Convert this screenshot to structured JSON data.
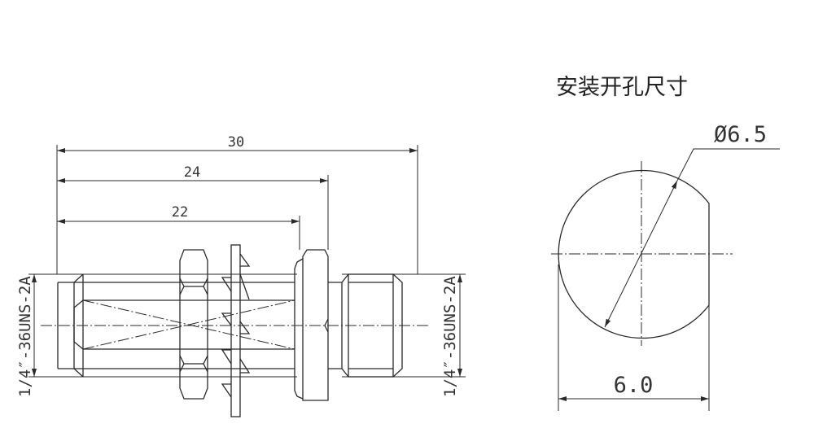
{
  "side_view": {
    "dimensions": {
      "overall_length": "30",
      "mid_length": "24",
      "short_length": "22"
    },
    "thread_left": "1/4″-36UNS-2A",
    "thread_right": "1/4″-36UNS-2A"
  },
  "panel_cutout": {
    "title": "安装开孔尺寸",
    "diameter": "Ø6.5",
    "flat_width": "6.0"
  }
}
